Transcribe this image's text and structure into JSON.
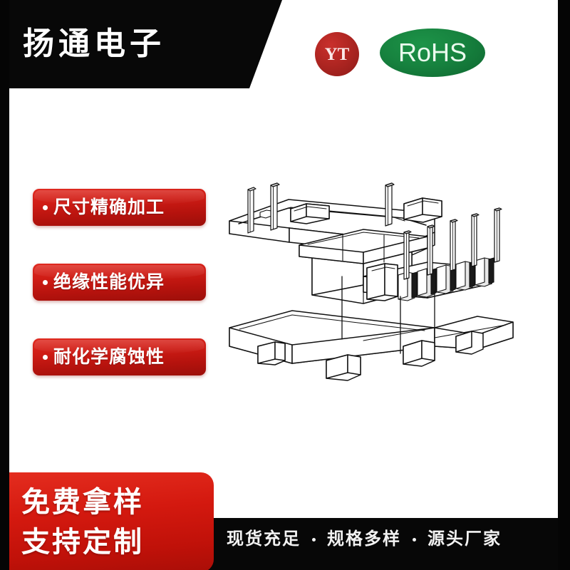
{
  "header": {
    "brand": "扬通电子",
    "badges": [
      {
        "name": "yt-logo",
        "label": "YT",
        "color": "#b02622"
      },
      {
        "name": "rohs-certification",
        "label": "RoHS",
        "color": "#17833f"
      }
    ]
  },
  "features": {
    "bullet": "•",
    "items": [
      {
        "label": "尺寸精确加工"
      },
      {
        "label": "绝缘性能优异"
      },
      {
        "label": "耐化学腐蚀性"
      }
    ],
    "pill_color": "#cf1c15"
  },
  "product": {
    "name": "transformer-bobbin-line-drawing",
    "alt": "变压器骨架线条图",
    "line_color": "#111111",
    "fill_color": "#ffffff"
  },
  "promo": {
    "lines": [
      "免费拿样",
      "支持定制"
    ],
    "color": "#d4190f"
  },
  "footer": {
    "tagline_items": [
      "现货充足",
      "规格多样",
      "源头厂家"
    ],
    "separator": "·",
    "bar_color": "#070707"
  }
}
